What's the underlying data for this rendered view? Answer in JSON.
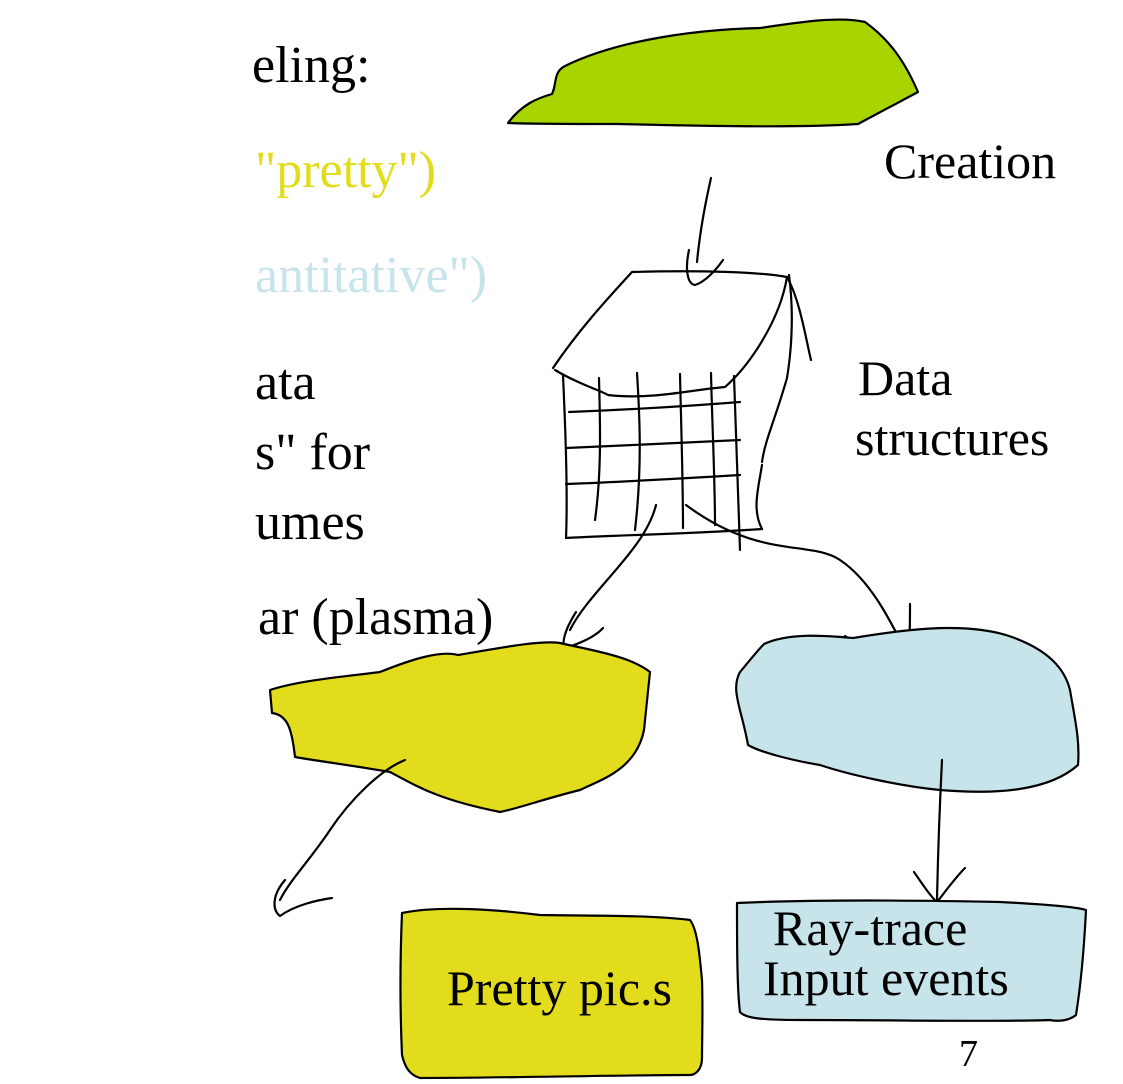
{
  "slide": {
    "page_number": "7",
    "bullets": [
      {
        "text": "eling:",
        "color": "#000000"
      },
      {
        "text": "\"pretty\")",
        "color": "#e2dc1c"
      },
      {
        "text": "antitative\")",
        "color": "#c7e4ea"
      },
      {
        "text": "ata",
        "color": "#000000"
      },
      {
        "text": "s\" for",
        "color": "#000000"
      },
      {
        "text": "umes",
        "color": "#000000"
      },
      {
        "text": "ar (plasma)",
        "color": "#000000"
      }
    ]
  },
  "diagram": {
    "nodes": {
      "creation": {
        "label": "Creation",
        "color": "#a8d400"
      },
      "data_structures": {
        "label_line1": "Data",
        "label_line2": "structures"
      },
      "pretty_cloud": {
        "color": "#e2dc1c"
      },
      "quant_cloud": {
        "color": "#c7e4ea"
      },
      "pretty_pics": {
        "label": "Pretty pic.s",
        "color": "#e2dc1c"
      },
      "raytrace": {
        "label_line1": "Ray-trace",
        "label_line2": "Input events",
        "color": "#c7e4ea"
      }
    },
    "colors": {
      "ink": "#000000"
    }
  }
}
